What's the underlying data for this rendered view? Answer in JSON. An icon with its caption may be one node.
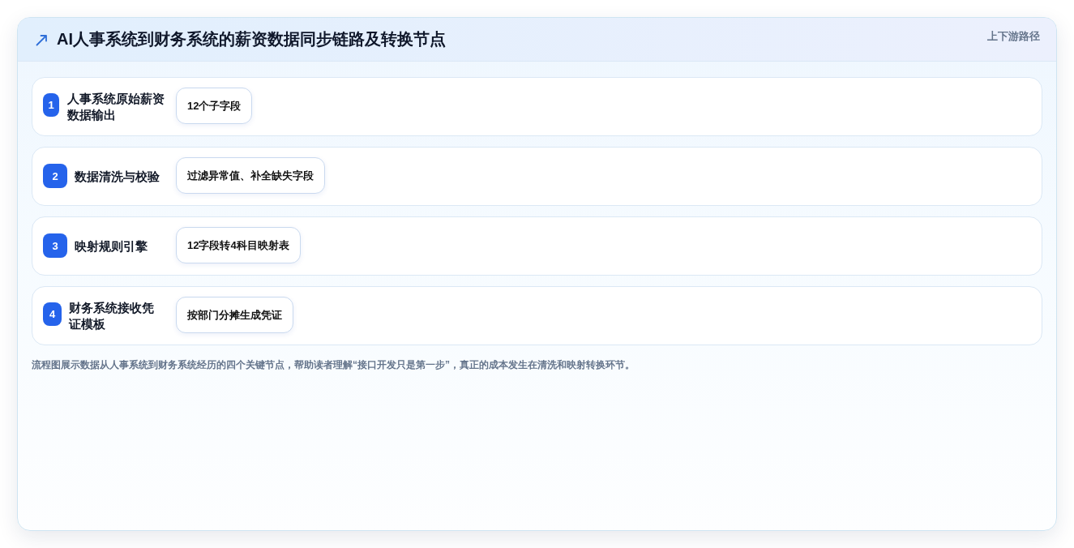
{
  "diagram": {
    "title": "AI人事系统到财务系统的薪资数据同步链路及转换节点",
    "nodes": [
      {
        "text": [
          "人事系统原始薪资数据输出"
        ]
      },
      {
        "text": [
          "1"
        ],
        "in": 0
      },
      {
        "text": [
          "12个子字段"
        ],
        "in": 0
      },
      {
        "text": [
          "数据清洗与校验"
        ]
      },
      {
        "text": [
          "2"
        ],
        "in": 3
      },
      {
        "text": [
          "过滤异常值、补全缺失字段"
        ],
        "in": 3
      },
      {
        "text": [
          "映射规则引擎"
        ]
      },
      {
        "text": [
          "3"
        ],
        "in": 6
      },
      {
        "text": [
          "12字段转4科目映射表"
        ],
        "in": 6
      },
      {
        "text": [
          "财务系统接收凭证模板"
        ]
      },
      {
        "text": [
          "4"
        ],
        "in": 9
      },
      {
        "text": [
          "按部门分摊生成凭证"
        ],
        "in": 9
      }
    ],
    "labels": [
      "上下游路径"
    ],
    "caption": "流程图展示数据从人事系统到财务系统经历的四个关键节点，帮助读者理解“接口开发只是第一步”，真正的成本发生在清洗和映射转换环节。"
  }
}
